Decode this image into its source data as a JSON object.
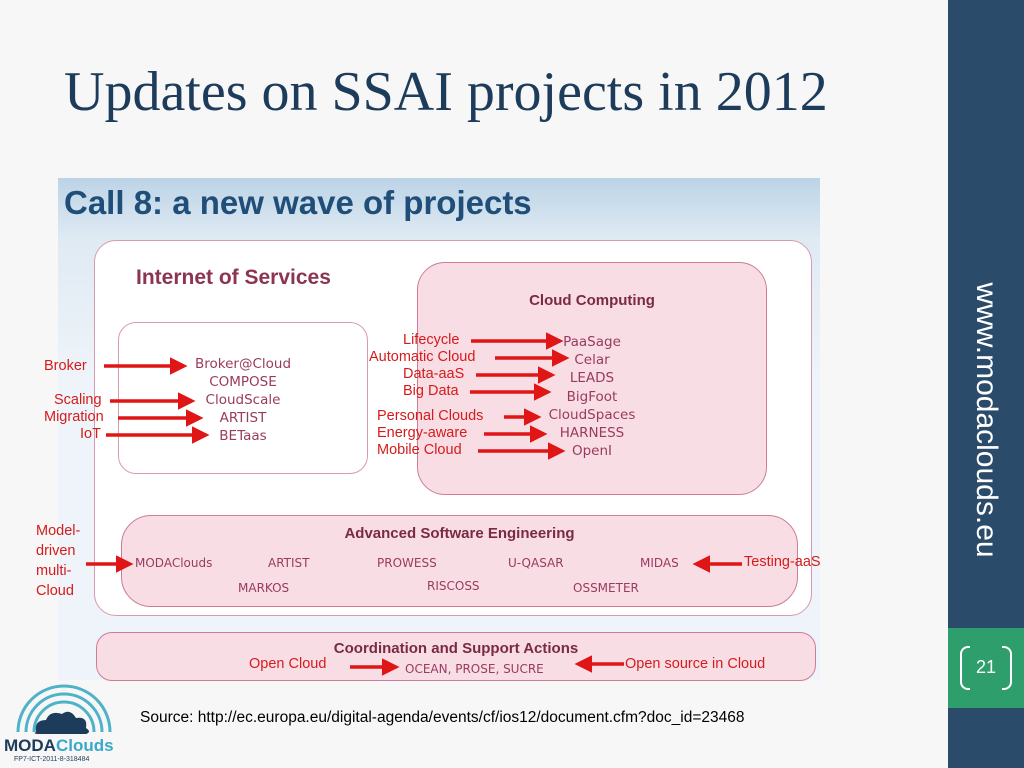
{
  "slide": {
    "title": "Updates on SSAI projects in 2012",
    "sidebar_url": "www.modaclouds.eu",
    "page_number": "21",
    "source": "Source: http://ec.europa.eu/digital-agenda/events/cf/ios12/document.cfm?doc_id=23468"
  },
  "figure": {
    "heading": "Call 8: a new wave of projects",
    "internet_of_services": {
      "label": "Internet of Services",
      "projects": [
        "Broker@Cloud",
        "COMPOSE",
        "CloudScale",
        "ARTIST",
        "BETaas"
      ]
    },
    "cloud_computing": {
      "label": "Cloud Computing",
      "projects": [
        "PaaSage",
        "Celar",
        "LEADS",
        "BigFoot",
        "CloudSpaces",
        "HARNESS",
        "OpenI"
      ]
    },
    "advanced_software_engineering": {
      "label": "Advanced Software Engineering",
      "projects": [
        "MODAClouds",
        "ARTIST",
        "PROWESS",
        "U-QASAR",
        "MIDAS",
        "MARKOS",
        "RISCOSS",
        "OSSMETER"
      ]
    },
    "coordination_support": {
      "label": "Coordination and Support Actions",
      "projects": "OCEAN, PROSE, SUCRE"
    }
  },
  "annotations": {
    "broker": "Broker",
    "scaling": "Scaling",
    "migration": "Migration",
    "iot": "IoT",
    "lifecycle": "Lifecycle",
    "automatic_cloud": "Automatic Cloud",
    "data_aas": "Data-aaS",
    "big_data": "Big Data",
    "personal_clouds": "Personal Clouds",
    "energy_aware": "Energy-aware",
    "mobile_cloud": "Mobile Cloud",
    "model_driven": [
      "Model-",
      "driven",
      "multi-",
      "Cloud"
    ],
    "testing_aas": "Testing-aaS",
    "open_cloud": "Open Cloud",
    "open_source": "Open source in Cloud"
  },
  "logo": {
    "name_part1": "MODA",
    "name_part2": "Clouds",
    "grant": "FP7-ICT-2011-8-318484"
  },
  "colors": {
    "sidebar": "#2b4b6b",
    "page_box": "#2e9e6c",
    "title": "#1d3b5a",
    "annotation_red": "#d41c1c",
    "project_text": "#9a3a5e",
    "box_fill": "#f9dde5"
  }
}
